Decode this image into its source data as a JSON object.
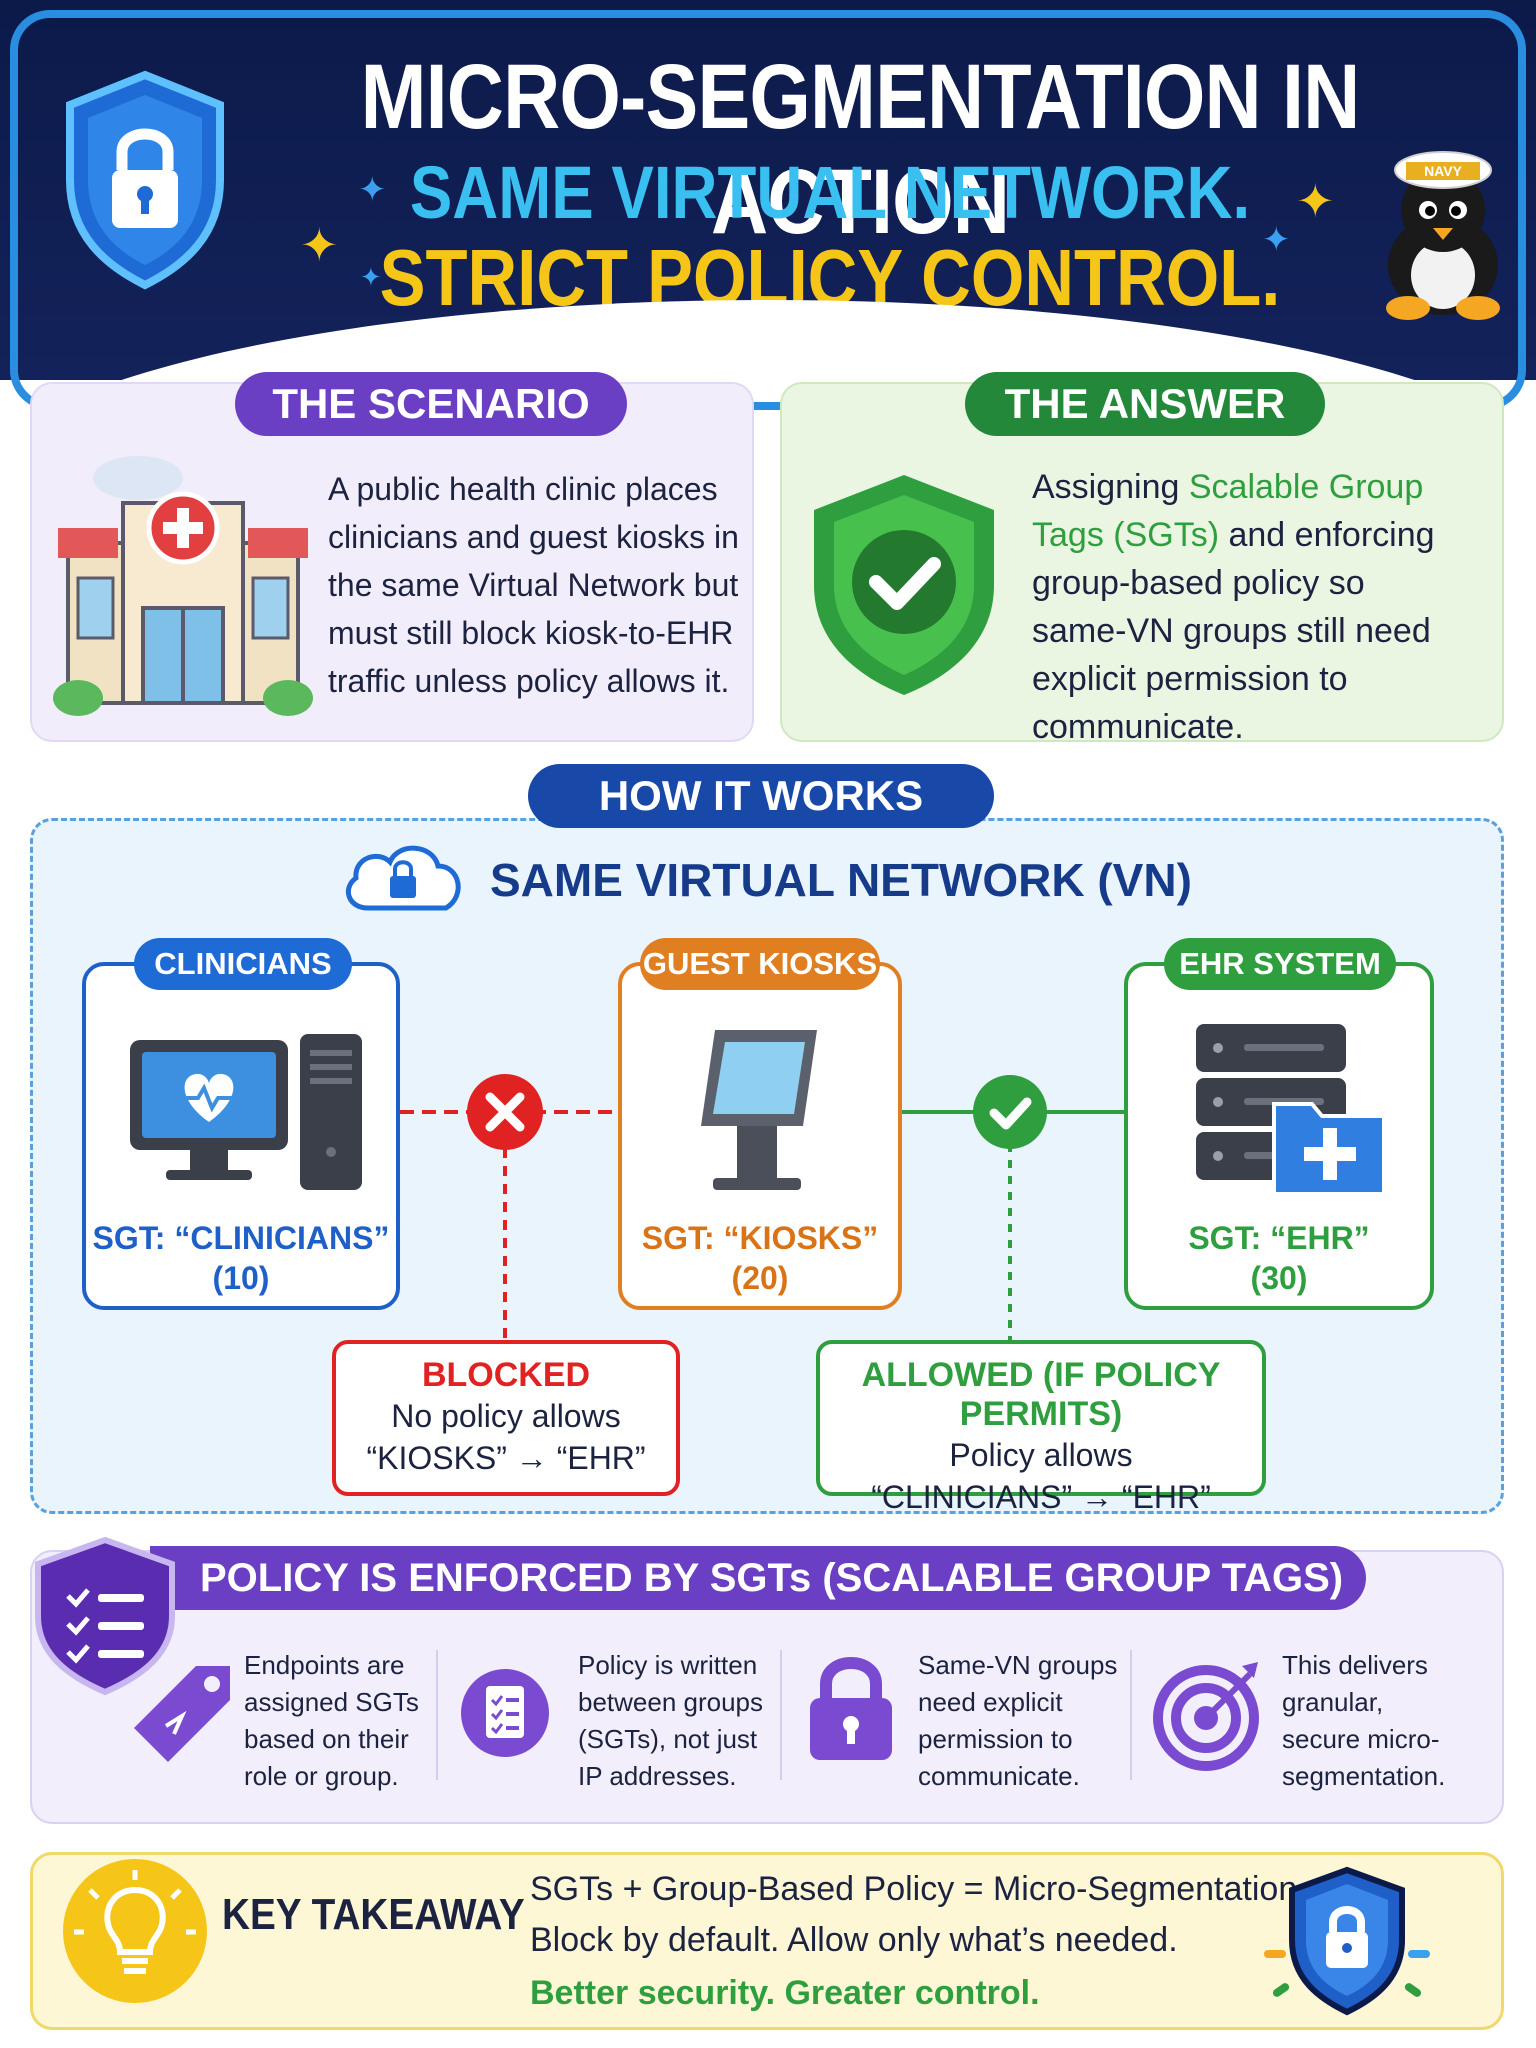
{
  "header": {
    "title": "MICRO-SEGMENTATION IN ACTION",
    "subtitle_line1": "SAME VIRTUAL NETWORK.",
    "subtitle_line2": "STRICT POLICY CONTROL.",
    "mascot_cap": "NAVY"
  },
  "scenario": {
    "heading": "THE SCENARIO",
    "lines": [
      "A public health clinic places",
      "clinicians and guest kiosks in",
      "the same Virtual Network but",
      "must still block kiosk-to-EHR",
      "traffic unless policy allows it."
    ]
  },
  "answer": {
    "heading": "THE ANSWER",
    "line1_prefix": "Assigning ",
    "line1_highlight": "Scalable Group",
    "line2_highlight": "Tags (SGTs)",
    "line2_suffix": " and enforcing",
    "line3": "group-based policy so",
    "line4": "same-VN groups still need",
    "line5": "explicit permission to",
    "line6": "communicate."
  },
  "how": {
    "heading": "HOW IT WORKS",
    "vn_title": "SAME VIRTUAL NETWORK (VN)",
    "groups": [
      {
        "name": "CLINICIANS",
        "sgt": "SGT: “CLINICIANS”",
        "id": "(10)"
      },
      {
        "name": "GUEST KIOSKS",
        "sgt": "SGT: “KIOSKS”",
        "id": "(20)"
      },
      {
        "name": "EHR SYSTEM",
        "sgt": "SGT: “EHR”",
        "id": "(30)"
      }
    ],
    "blocked": {
      "head": "BLOCKED",
      "line1": "No policy allows",
      "line2": "“KIOSKS” → “EHR”"
    },
    "allowed": {
      "head": "ALLOWED (IF POLICY PERMITS)",
      "line1": "Policy allows",
      "line2": "“CLINICIANS” → “EHR”"
    }
  },
  "policy": {
    "heading": "POLICY IS ENFORCED BY SGTs (SCALABLE GROUP TAGS)",
    "items": [
      {
        "lines": [
          "Endpoints are",
          "assigned SGTs",
          "based on their",
          "role or group."
        ]
      },
      {
        "lines": [
          "Policy is written",
          "between groups",
          "(SGTs), not just",
          "IP addresses."
        ]
      },
      {
        "lines": [
          "Same-VN groups",
          "need explicit",
          "permission to",
          "communicate."
        ]
      },
      {
        "lines": [
          "This delivers",
          "granular,",
          "secure micro-",
          "segmentation."
        ]
      }
    ]
  },
  "takeaway": {
    "heading": "KEY TAKEAWAY",
    "line1": "SGTs + Group-Based Policy = Micro-Segmentation",
    "line2": "Block by default. Allow only what’s needed.",
    "line3": "Better security. Greater control."
  },
  "colors": {
    "navy": "#0c1a4a",
    "purple": "#6b3fc4",
    "green": "#2f9e3e",
    "blue": "#1e6bd6",
    "orange": "#e07f22",
    "red": "#e02222",
    "yellow": "#f5c518"
  }
}
